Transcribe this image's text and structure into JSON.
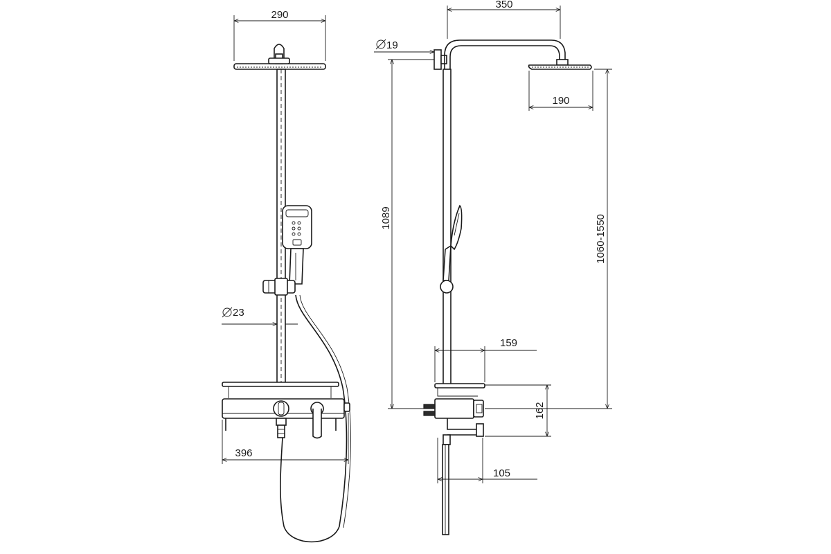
{
  "drawing": {
    "front_view": {
      "dim_head_width": "290",
      "dim_rail_dia": "23",
      "dim_shelf_width": "396"
    },
    "side_view": {
      "dim_arm_reach": "350",
      "dim_arm_dia": "19",
      "dim_head_depth": "190",
      "dim_rail_height": "1089",
      "dim_total_height": "1060-1550",
      "dim_shelf_depth": "159",
      "dim_mixer_height": "162",
      "dim_spout_reach": "105"
    }
  }
}
